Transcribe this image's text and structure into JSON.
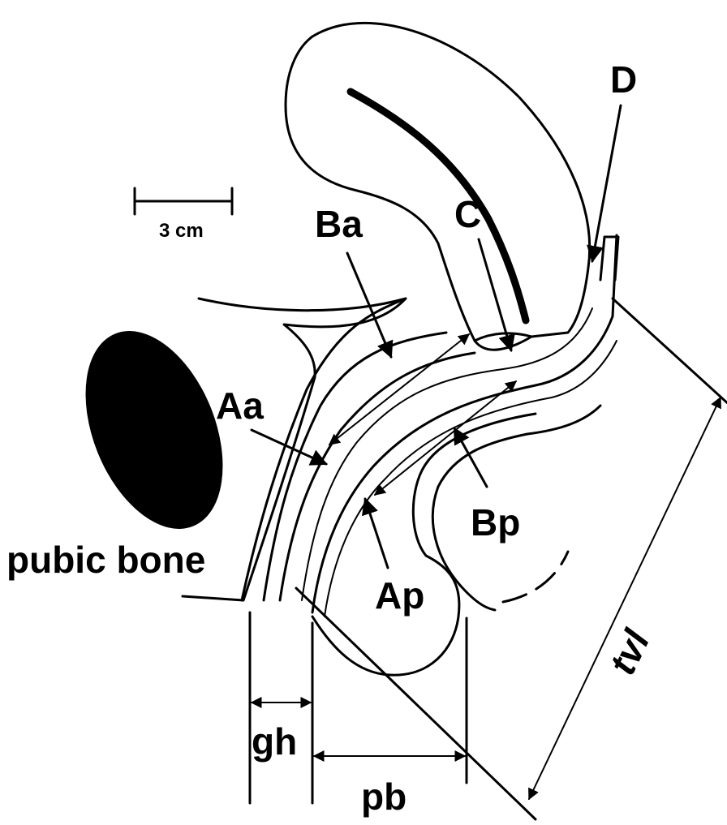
{
  "scale_bar": {
    "label": "3 cm"
  },
  "labels": {
    "D": "D",
    "C": "C",
    "Ba": "Ba",
    "Aa": "Aa",
    "Bp": "Bp",
    "Ap": "Ap",
    "pubic_bone": "pubic bone",
    "tvl": "tvl",
    "gh": "gh",
    "pb": "pb"
  }
}
